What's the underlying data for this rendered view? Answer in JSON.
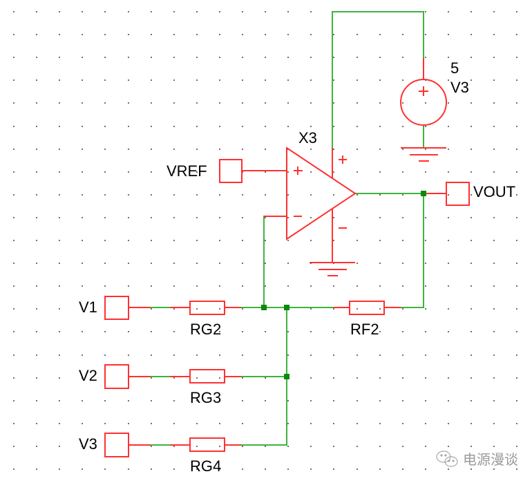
{
  "diagram": {
    "type": "circuit-schematic",
    "colors": {
      "component": "#ff3030",
      "wire": "#3cb43c",
      "junction": "#0a8a0a",
      "grid_dot": "#707070",
      "text": "#000000",
      "watermark": "#9a9a9a"
    },
    "opamp": {
      "ref": "X3",
      "plus_symbol": "+",
      "minus_symbol": "−",
      "supply_plus": "+",
      "supply_minus": "−"
    },
    "supply": {
      "ref": "V3",
      "value": "5",
      "polarity": "+"
    },
    "ports": [
      {
        "id": "vref",
        "label": "VREF"
      },
      {
        "id": "vout",
        "label": "VOUT"
      },
      {
        "id": "v1",
        "label": "V1"
      },
      {
        "id": "v2",
        "label": "V2"
      },
      {
        "id": "v3",
        "label": "V3"
      }
    ],
    "resistors": [
      {
        "id": "rg2",
        "label": "RG2"
      },
      {
        "id": "rg3",
        "label": "RG3"
      },
      {
        "id": "rg4",
        "label": "RG4"
      },
      {
        "id": "rf2",
        "label": "RF2"
      }
    ],
    "connections": [
      "VREF -> X3 non-inverting input",
      "X3 inverting input -> node N1",
      "V1 -> RG2 -> node N1",
      "node N1 -> node N2",
      "V2 -> RG3 -> node N2",
      "V3 -> RG4 -> node N2",
      "node N2 -> RF2 -> VOUT",
      "X3 output -> VOUT",
      "V3 (5V) + -> X3 positive supply",
      "X3 negative supply -> GND",
      "V3 (5V) - -> GND"
    ]
  },
  "watermark": {
    "icon": "wechat-icon",
    "text": "电源漫谈"
  }
}
